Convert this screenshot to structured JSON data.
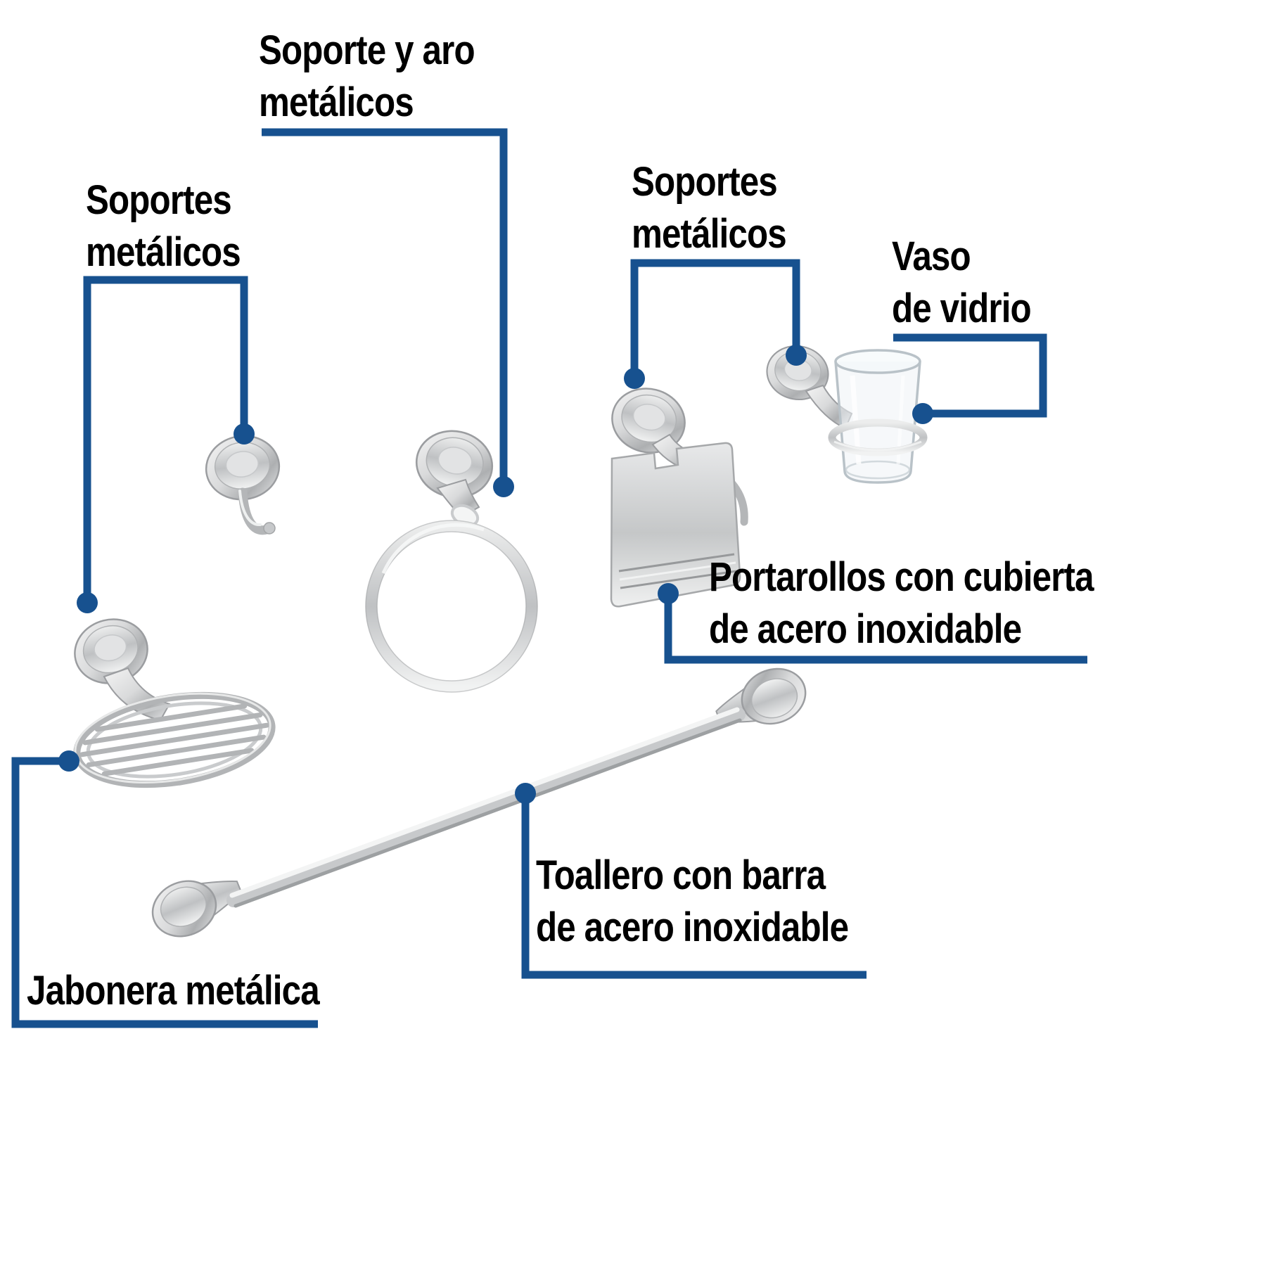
{
  "colors": {
    "accent": "#17518f",
    "text": "#000000",
    "background": "#ffffff",
    "metal_light": "#f3f4f4",
    "metal_mid": "#c7c9cb",
    "metal_dark": "#9b9da0"
  },
  "labels": {
    "support_and_ring": {
      "line1": "Soporte y aro",
      "line2": "metálicos"
    },
    "supports_left": {
      "line1": "Soportes",
      "line2": "metálicos"
    },
    "supports_right": {
      "line1": "Soportes",
      "line2": "metálicos"
    },
    "glass_cup": {
      "line1": "Vaso",
      "line2": "de vidrio"
    },
    "paper_holder": {
      "line1": "Portarollos con cubierta",
      "line2": "de acero inoxidable"
    },
    "towel_bar": {
      "line1": "Toallero con barra",
      "line2": "de acero inoxidable"
    },
    "soap_dish": {
      "line1": "Jabonera metálica"
    }
  }
}
